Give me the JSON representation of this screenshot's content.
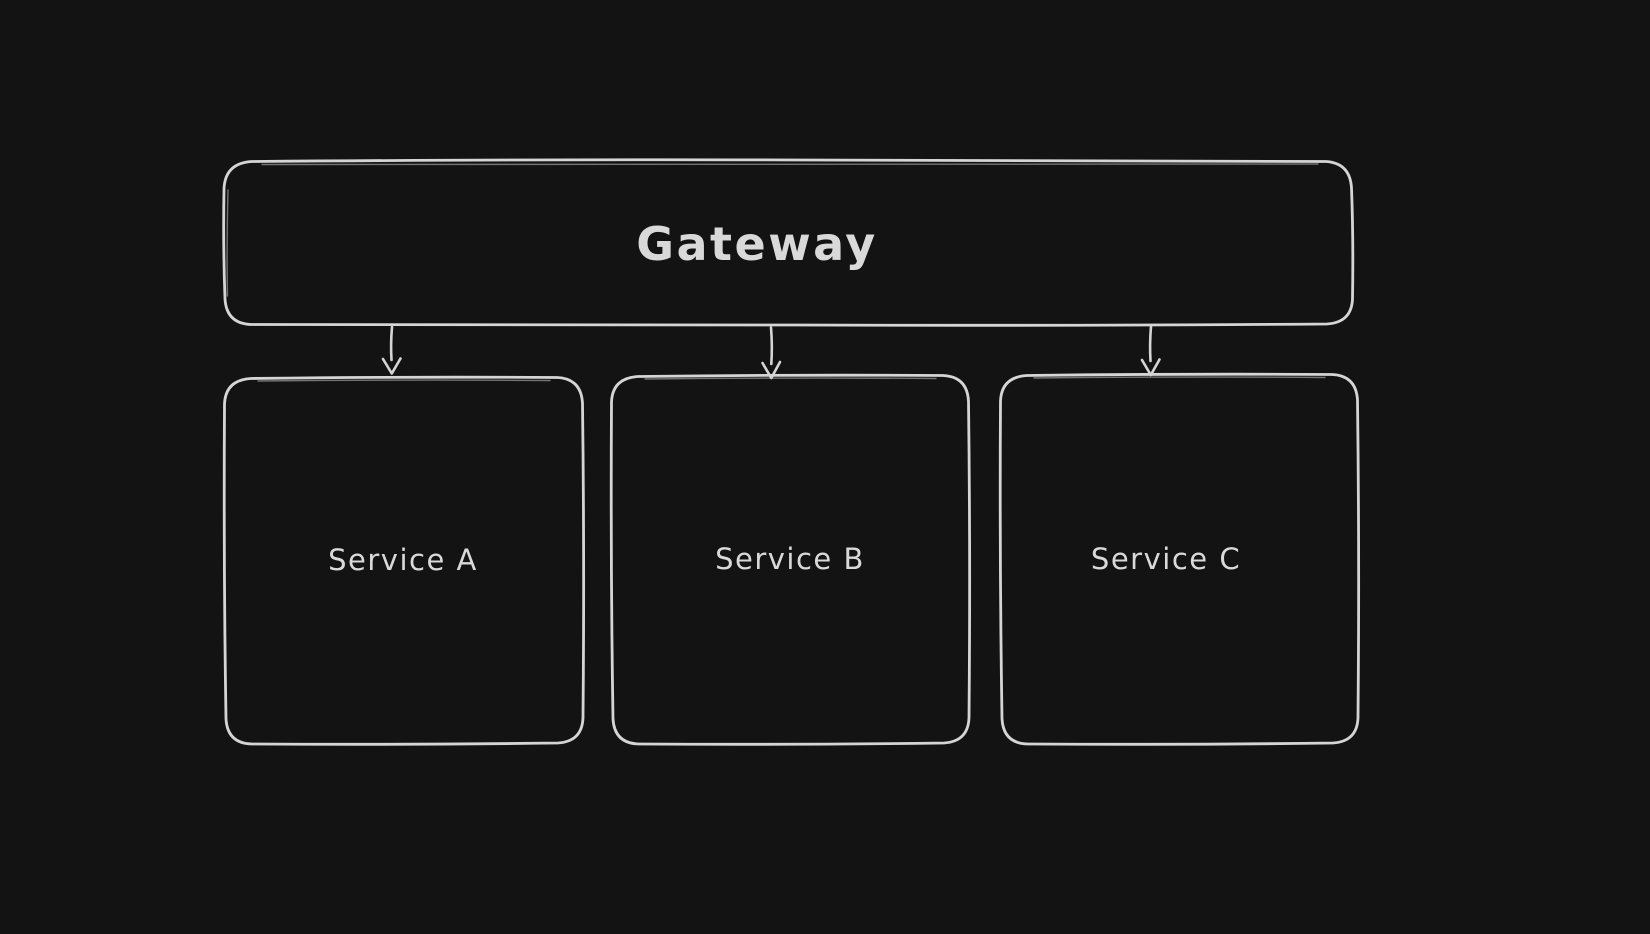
{
  "canvas": {
    "background_color": "#131313",
    "stroke_color": "#d5d5d5",
    "text_color": "#d9d9d9",
    "style": "hand-drawn-whiteboard"
  },
  "diagram": {
    "nodes": [
      {
        "id": "gateway",
        "type": "rectangle",
        "label": "Gateway"
      },
      {
        "id": "service-a",
        "type": "rectangle",
        "label": "Service A"
      },
      {
        "id": "service-b",
        "type": "rectangle",
        "label": "Service B"
      },
      {
        "id": "service-c",
        "type": "rectangle",
        "label": "Service C"
      }
    ],
    "edges": [
      {
        "from": "gateway",
        "to": "service-a",
        "type": "arrow-down"
      },
      {
        "from": "gateway",
        "to": "service-b",
        "type": "arrow-down"
      },
      {
        "from": "gateway",
        "to": "service-c",
        "type": "arrow-down"
      }
    ]
  }
}
